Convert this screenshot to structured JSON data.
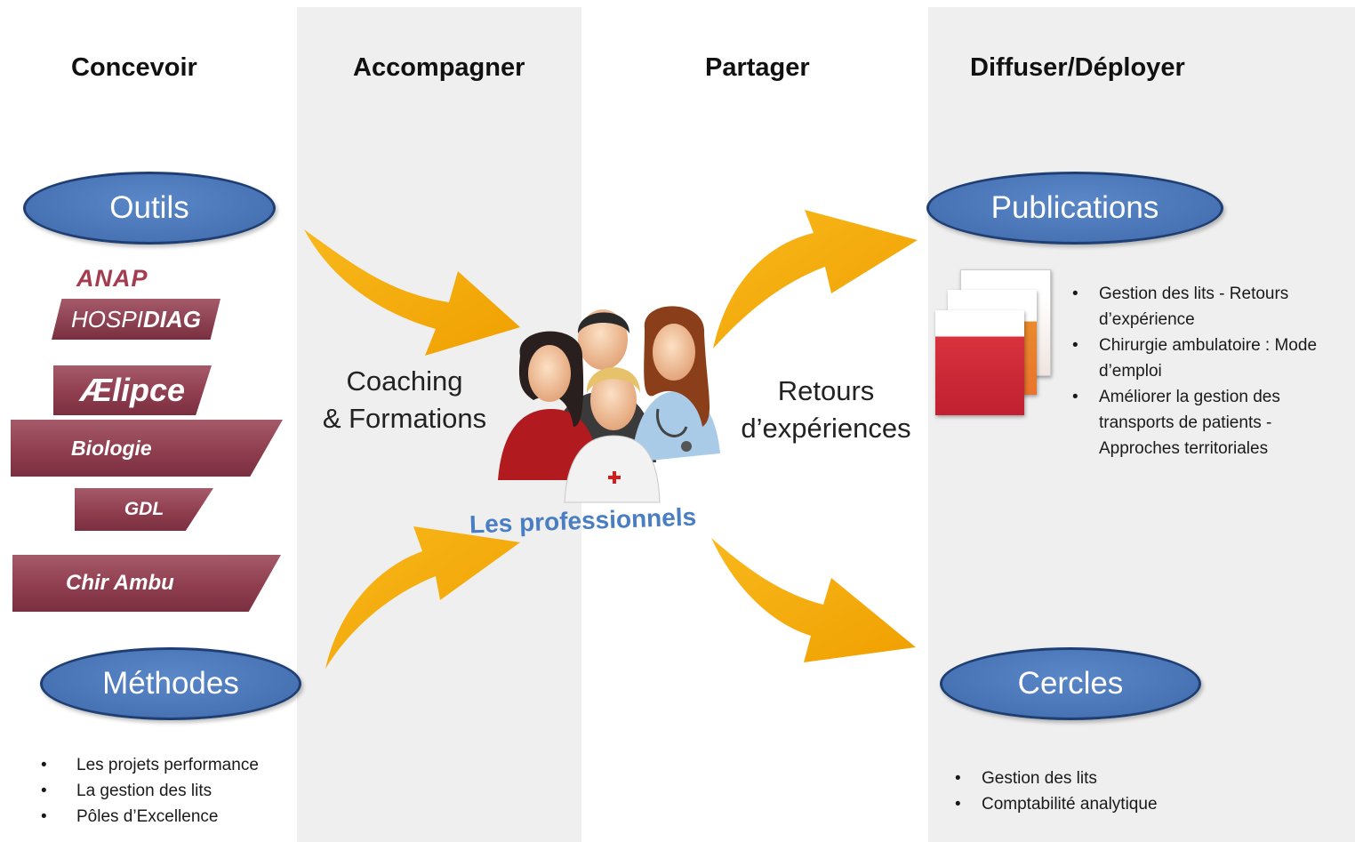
{
  "columns": {
    "concevoir": "Concevoir",
    "accompagner": "Accompagner",
    "partager": "Partager",
    "diffuser": "Diffuser/Déployer"
  },
  "ovals": {
    "outils": "Outils",
    "methodes": "Méthodes",
    "publications": "Publications",
    "cercles": "Cercles"
  },
  "tools": {
    "anap": "ANAP",
    "hospi": "HOSPI",
    "diag": "DIAG",
    "aelipce": "Ælipce",
    "biologie": "Biologie",
    "gdl": "GDL",
    "chir_ambu": "Chir Ambu"
  },
  "methodes_list": [
    "Les projets performance",
    "La gestion des lits",
    "Pôles d’Excellence"
  ],
  "center": {
    "coaching_line1": "Coaching",
    "coaching_line2": "& Formations",
    "retours_line1": "Retours",
    "retours_line2": "d’expériences",
    "professionnels": "Les professionnels"
  },
  "publications_list": [
    "Gestion des lits - Retours d’expérience",
    "Chirurgie ambulatoire : Mode d’emploi",
    "Améliorer la gestion des transports de patients - Approches territoriales"
  ],
  "cercles_list": [
    "Gestion des lits",
    "Comptabilité analytique"
  ],
  "colors": {
    "band": "#efefef",
    "oval_fill": "#4a76b8",
    "oval_border": "#1f3f73",
    "tool_fill": "#8f3e4f",
    "arrow": "#f5a800",
    "professionnels_text": "#4a7ec2"
  }
}
